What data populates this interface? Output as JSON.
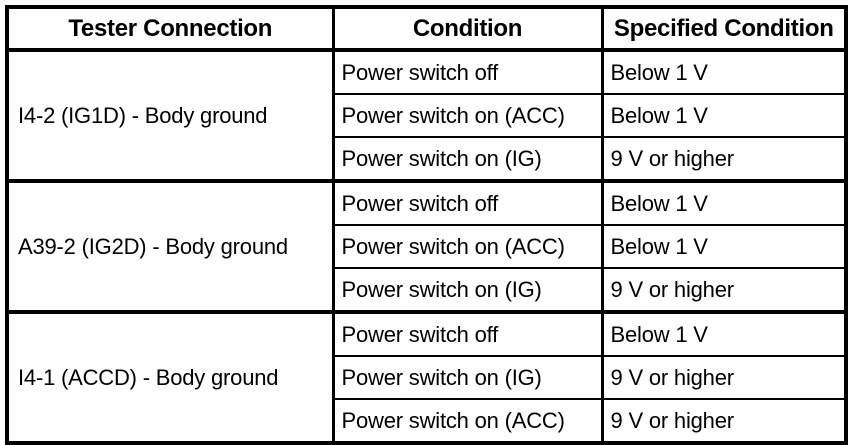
{
  "table": {
    "headers": {
      "tester_connection": "Tester Connection",
      "condition": "Condition",
      "specified_condition": "Specified Condition"
    },
    "groups": [
      {
        "tester_connection": "I4-2 (IG1D) - Body ground",
        "rows": [
          {
            "condition": "Power switch off",
            "specified": "Below 1 V"
          },
          {
            "condition": "Power switch on (ACC)",
            "specified": "Below 1 V"
          },
          {
            "condition": "Power switch on (IG)",
            "specified": "9 V or higher"
          }
        ]
      },
      {
        "tester_connection": "A39-2 (IG2D) - Body ground",
        "rows": [
          {
            "condition": "Power switch off",
            "specified": "Below 1 V"
          },
          {
            "condition": "Power switch on (ACC)",
            "specified": "Below 1 V"
          },
          {
            "condition": "Power switch on (IG)",
            "specified": "9 V or higher"
          }
        ]
      },
      {
        "tester_connection": "I4-1 (ACCD) - Body ground",
        "rows": [
          {
            "condition": "Power switch off",
            "specified": "Below 1 V"
          },
          {
            "condition": "Power switch on (IG)",
            "specified": "9 V or higher"
          },
          {
            "condition": "Power switch on (ACC)",
            "specified": "9 V or higher"
          }
        ]
      }
    ]
  },
  "colors": {
    "border": "#000000",
    "background": "#ffffff",
    "text": "#000000"
  }
}
